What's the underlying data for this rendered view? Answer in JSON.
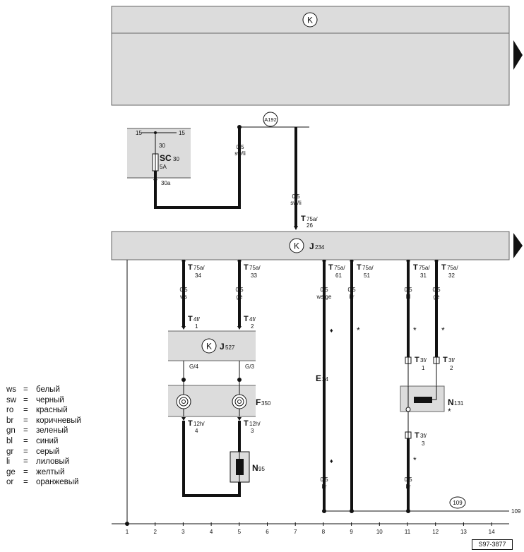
{
  "components": {
    "sc30_name": "SC",
    "sc30_sub": "30",
    "sc30_rating": "5A",
    "sc_pin_in": "30",
    "sc_pin_out": "30a",
    "sc_rail_left": "15",
    "sc_rail_right": "15",
    "j234_name": "J",
    "j234_sub": "234",
    "j527_name": "J",
    "j527_sub": "527",
    "f350_name": "F",
    "f350_sub": "350",
    "n95_name": "N",
    "n95_sub": "95",
    "n131_name": "N",
    "n131_sub": "131",
    "n131_star": "*",
    "e24_name": "E",
    "e24_sub": "24"
  },
  "nodes": {
    "a192": "A192",
    "n109": "109",
    "edge_109": "109"
  },
  "wires": {
    "w_sc": {
      "size": "0,5",
      "color": "sw/li"
    },
    "w_j234_in": {
      "size": "0,5",
      "color": "sw/li"
    },
    "w3": {
      "size": "0,5",
      "color": "ws"
    },
    "w5": {
      "size": "0,5",
      "color": "ge"
    },
    "w8_top": {
      "size": "0,5",
      "color": "ws/ge"
    },
    "w8_bot": {
      "size": "0,5",
      "color": "br"
    },
    "w9": {
      "size": "0,5",
      "color": "br"
    },
    "w11_top": {
      "size": "0,5",
      "color": "bl"
    },
    "w11_bot": {
      "size": "0,5",
      "color": "br"
    },
    "w12": {
      "size": "0,5",
      "color": "ge"
    }
  },
  "connectors": {
    "t75a_26": {
      "name": "T",
      "sub": "75a/",
      "pin": "26"
    },
    "t75a_34": {
      "name": "T",
      "sub": "75a/",
      "pin": "34"
    },
    "t75a_33": {
      "name": "T",
      "sub": "75a/",
      "pin": "33"
    },
    "t75a_61": {
      "name": "T",
      "sub": "75a/",
      "pin": "61"
    },
    "t75a_51": {
      "name": "T",
      "sub": "75a/",
      "pin": "51"
    },
    "t75a_31": {
      "name": "T",
      "sub": "75a/",
      "pin": "31"
    },
    "t75a_32": {
      "name": "T",
      "sub": "75a/",
      "pin": "32"
    },
    "t4f_1": {
      "name": "T",
      "sub": "4f/",
      "pin": "1"
    },
    "t4f_2": {
      "name": "T",
      "sub": "4f/",
      "pin": "2"
    },
    "g4": "G/4",
    "g3": "G/3",
    "t12h_4": {
      "name": "T",
      "sub": "12h/",
      "pin": "4"
    },
    "t12h_3": {
      "name": "T",
      "sub": "12h/",
      "pin": "3"
    },
    "t3f_1": {
      "name": "T",
      "sub": "3f/",
      "pin": "1"
    },
    "t3f_2": {
      "name": "T",
      "sub": "3f/",
      "pin": "2"
    },
    "t3f_3": {
      "name": "T",
      "sub": "3f/",
      "pin": "3"
    }
  },
  "symbols": {
    "star": "*",
    "diamond": "♦",
    "k": "K"
  },
  "ruler": [
    "1",
    "2",
    "3",
    "4",
    "5",
    "6",
    "7",
    "8",
    "9",
    "10",
    "11",
    "12",
    "13",
    "14"
  ],
  "legend": [
    {
      "code": "ws",
      "eq": "=",
      "label": "белый"
    },
    {
      "code": "sw",
      "eq": "=",
      "label": "черный"
    },
    {
      "code": "ro",
      "eq": "=",
      "label": "красный"
    },
    {
      "code": "br",
      "eq": "=",
      "label": "коричневый"
    },
    {
      "code": "gn",
      "eq": "=",
      "label": "зеленый"
    },
    {
      "code": "bl",
      "eq": "=",
      "label": "синий"
    },
    {
      "code": "gr",
      "eq": "=",
      "label": "серый"
    },
    {
      "code": "li",
      "eq": "=",
      "label": "лиловый"
    },
    {
      "code": "ge",
      "eq": "=",
      "label": "желтый"
    },
    {
      "code": "or",
      "eq": "=",
      "label": "оранжевый"
    }
  ],
  "diagram_code": "S97-3877"
}
